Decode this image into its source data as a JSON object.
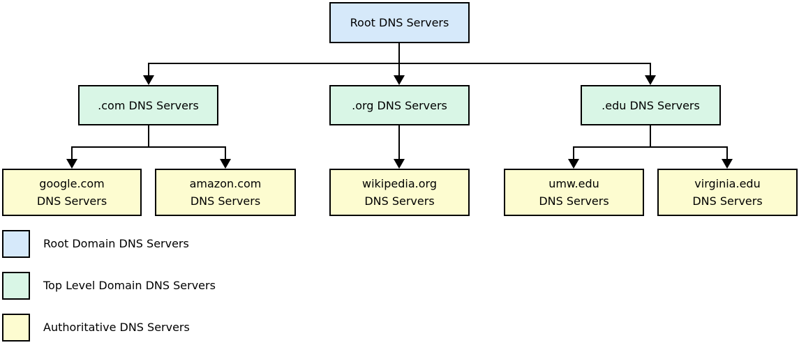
{
  "diagram": {
    "nodes": {
      "root": {
        "label": "Root DNS Servers",
        "color": "#d6e9fa"
      },
      "com": {
        "label": ".com DNS Servers",
        "color": "#d9f6e6"
      },
      "org": {
        "label": ".org DNS Servers",
        "color": "#d9f6e6"
      },
      "edu": {
        "label": ".edu DNS Servers",
        "color": "#d9f6e6"
      },
      "google": {
        "label": "google.com\nDNS Servers",
        "color": "#fdfcd0"
      },
      "amazon": {
        "label": "amazon.com\nDNS Servers",
        "color": "#fdfcd0"
      },
      "wikipedia": {
        "label": "wikipedia.org\nDNS Servers",
        "color": "#fdfcd0"
      },
      "umw": {
        "label": "umw.edu\nDNS Servers",
        "color": "#fdfcd0"
      },
      "virginia": {
        "label": "virginia.edu\nDNS Servers",
        "color": "#fdfcd0"
      }
    },
    "edges": [
      {
        "from": "root",
        "to": "com"
      },
      {
        "from": "root",
        "to": "org"
      },
      {
        "from": "root",
        "to": "edu"
      },
      {
        "from": "com",
        "to": "google"
      },
      {
        "from": "com",
        "to": "amazon"
      },
      {
        "from": "org",
        "to": "wikipedia"
      },
      {
        "from": "edu",
        "to": "umw"
      },
      {
        "from": "edu",
        "to": "virginia"
      }
    ],
    "legend": {
      "items": [
        {
          "label": "Root Domain DNS Servers",
          "color": "#d6e9fa"
        },
        {
          "label": "Top Level Domain DNS Servers",
          "color": "#d9f6e6"
        },
        {
          "label": "Authoritative DNS Servers",
          "color": "#fdfcd0"
        }
      ]
    },
    "colors": {
      "border": "#000000",
      "connector": "#000000",
      "background": "#ffffff"
    }
  }
}
